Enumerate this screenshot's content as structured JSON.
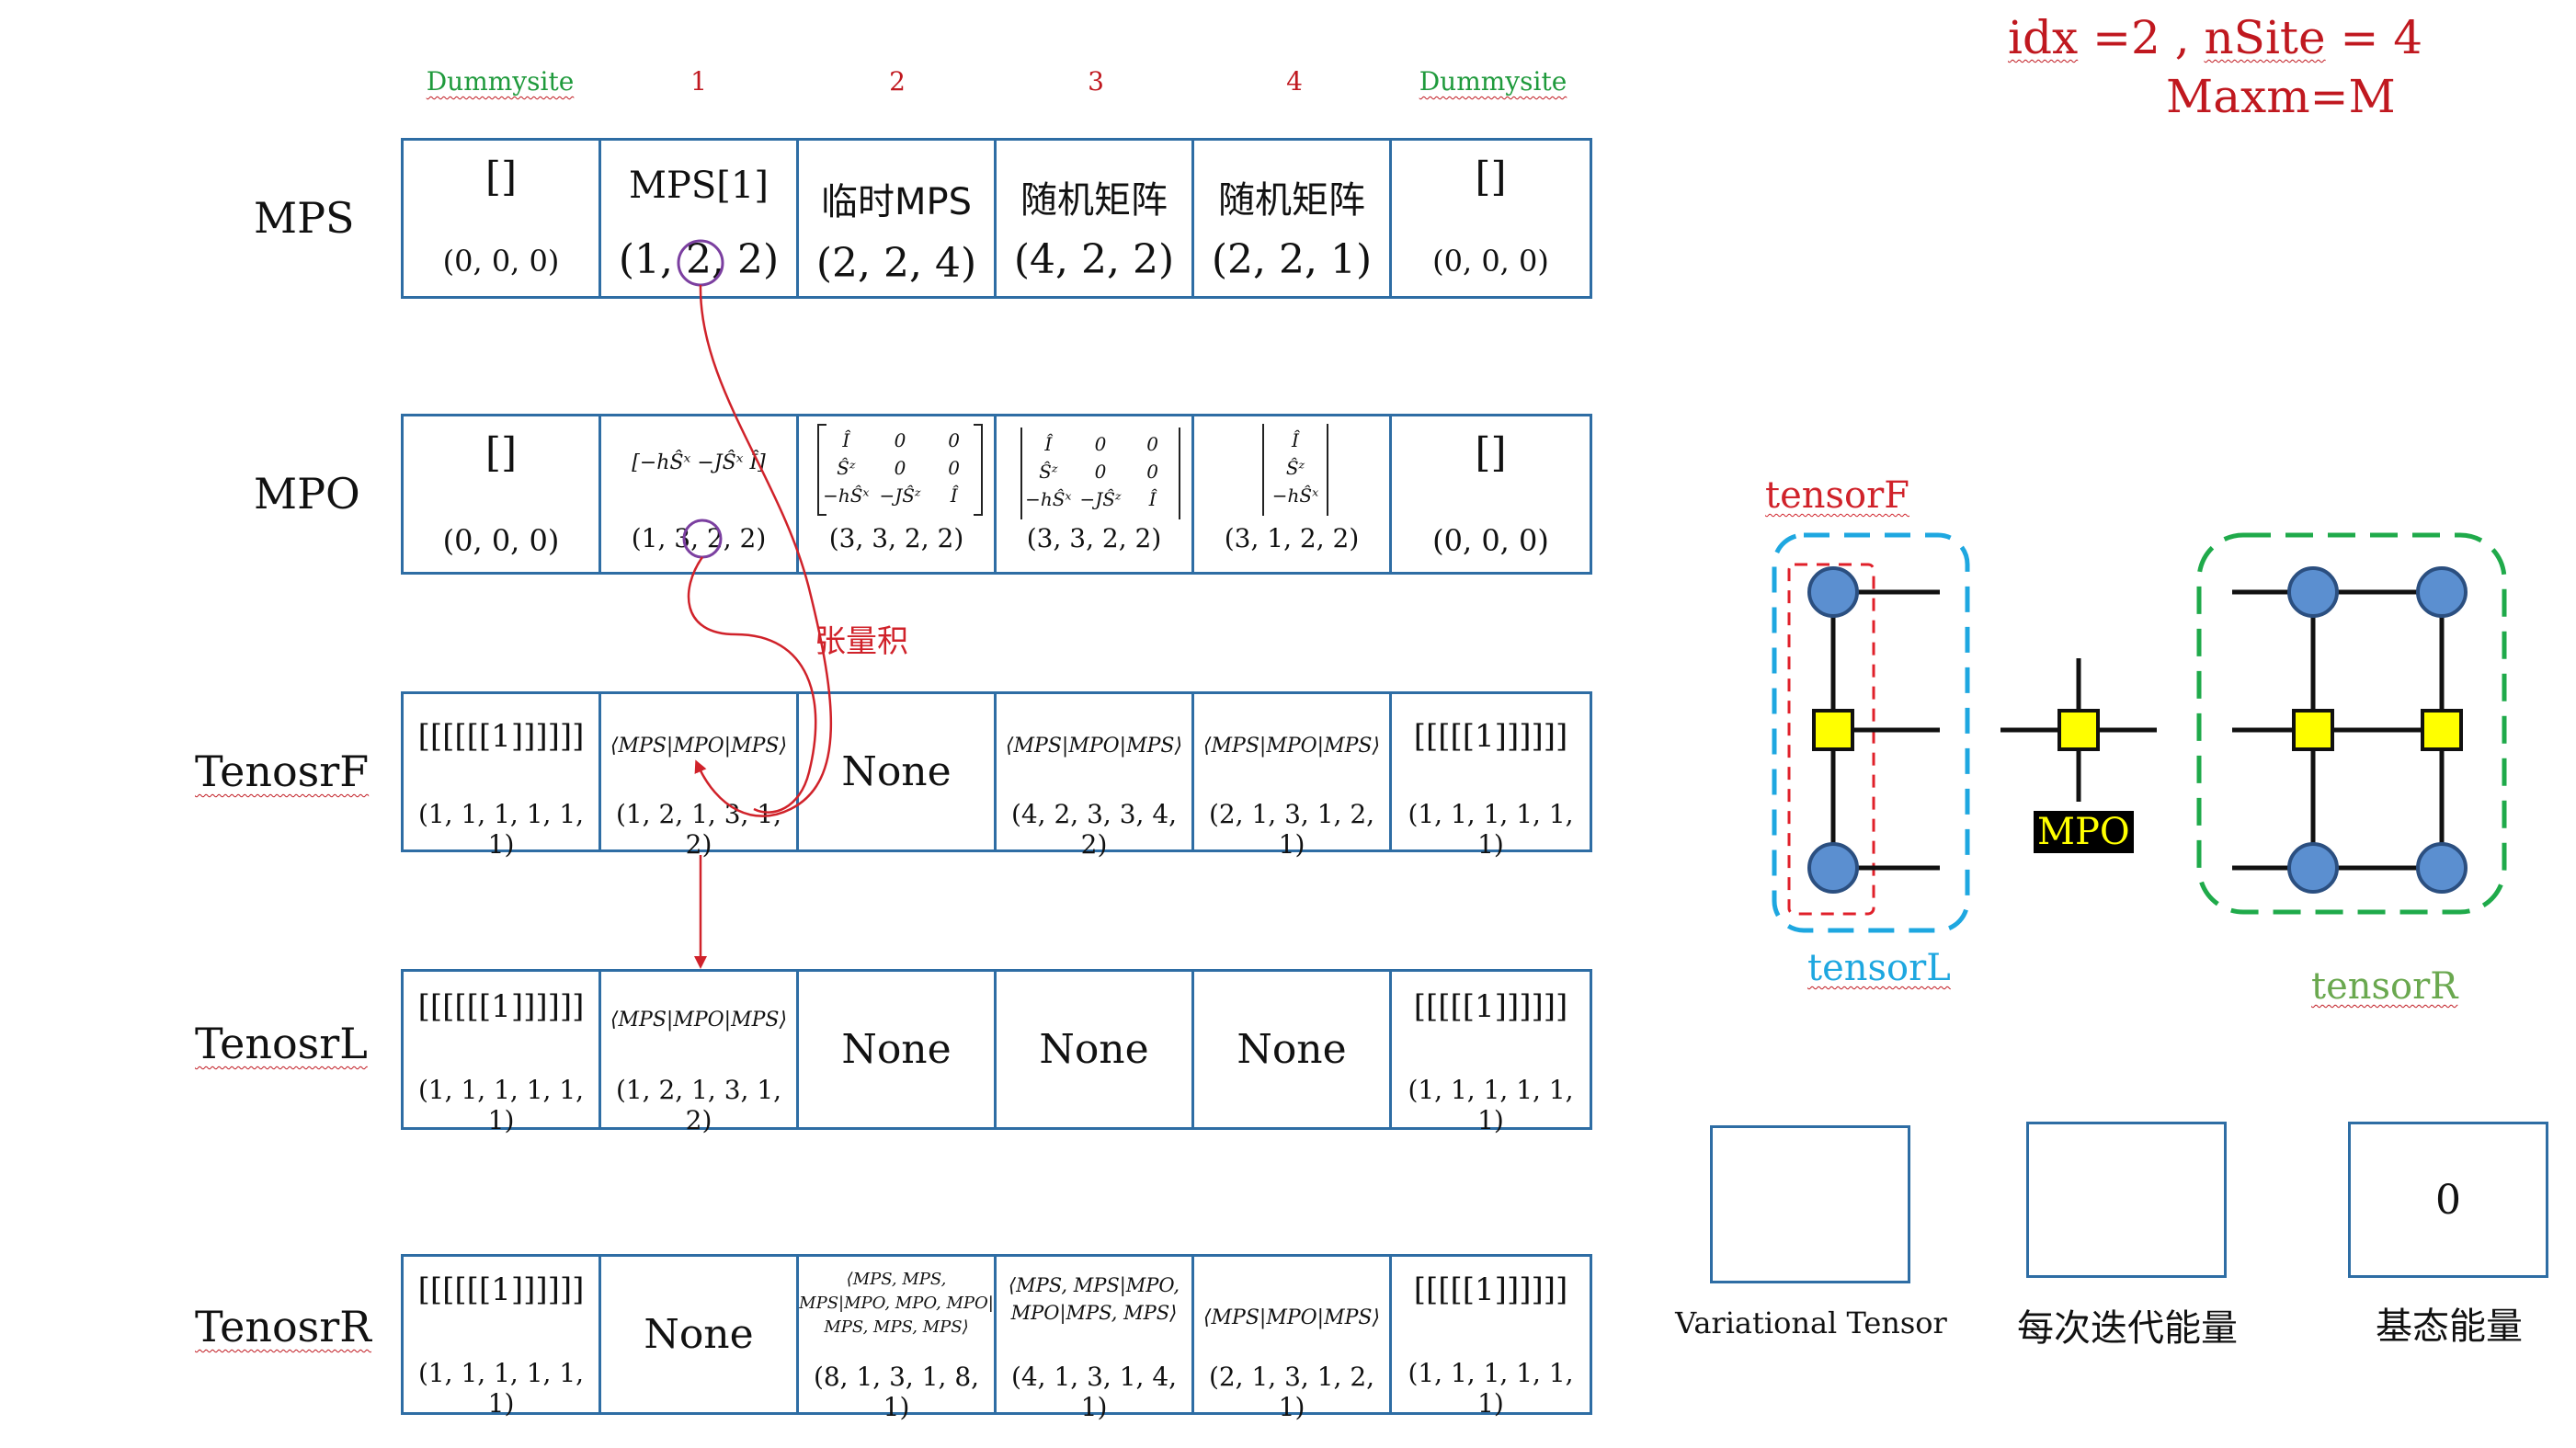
{
  "title": {
    "line1_idx": "idx",
    "line1_rest": " =2 , ",
    "line1_nsite": "nSite",
    "line1_end": " = 4",
    "line2": "Maxm=M"
  },
  "columns": [
    "Dummysite",
    "1",
    "2",
    "3",
    "4",
    "Dummysite"
  ],
  "rows": {
    "mps": {
      "label": "MPS",
      "cells": [
        {
          "top": "[]",
          "bottom": "(0, 0, 0)"
        },
        {
          "top": "MPS[1]",
          "bottom": "(1, 2, 2)"
        },
        {
          "top": "临时MPS",
          "bottom": "(2, 2, 4)"
        },
        {
          "top": "随机矩阵",
          "bottom": "(4, 2, 2)"
        },
        {
          "top": "随机矩阵",
          "bottom": "(2, 2, 1)"
        },
        {
          "top": "[]",
          "bottom": "(0, 0, 0)"
        }
      ]
    },
    "mpo": {
      "label": "MPO",
      "cells": [
        {
          "top": "[]",
          "bottom": "(0, 0, 0)"
        },
        {
          "top": "[−hŜˣ   −JŜˣ   Î]",
          "bottom": "(1, 3, 2, 2)"
        },
        {
          "m": [
            "Î",
            "0",
            "0",
            "Ŝᶻ",
            "0",
            "0",
            "−hŜˣ",
            "−JŜᶻ",
            "Î"
          ],
          "bottom": "(3, 3, 2, 2)"
        },
        {
          "m": [
            "Î",
            "0",
            "0",
            "Ŝᶻ",
            "0",
            "0",
            "−hŜˣ",
            "−JŜᶻ",
            "Î"
          ],
          "bottom": "(3, 3, 2, 2)"
        },
        {
          "m": [
            "Î",
            "Ŝᶻ",
            "−hŜˣ"
          ],
          "bottom": "(3, 1, 2, 2)"
        },
        {
          "top": "[]",
          "bottom": "(0, 0, 0)"
        }
      ]
    },
    "tensorF": {
      "label": "TenosrF",
      "cells": [
        {
          "top": "[[[[[[1]]]]]]",
          "bottom": "(1, 1, 1, 1, 1, 1)"
        },
        {
          "top": "⟨MPS|MPO|MPS⟩",
          "bottom": "(1, 2, 1, 3, 1, 2)"
        },
        {
          "mid": "None"
        },
        {
          "top": "⟨MPS|MPO|MPS⟩",
          "bottom": "(4, 2, 3, 3, 4, 2)"
        },
        {
          "top": "⟨MPS|MPO|MPS⟩",
          "bottom": "(2, 1, 3, 1, 2, 1)"
        },
        {
          "top": "[[[[[1]]]]]]",
          "bottom": "(1, 1, 1, 1, 1, 1)"
        }
      ]
    },
    "tensorL": {
      "label": "TenosrL",
      "cells": [
        {
          "top": "[[[[[[1]]]]]]",
          "bottom": "(1, 1, 1, 1, 1, 1)"
        },
        {
          "top": "⟨MPS|MPO|MPS⟩",
          "bottom": "(1, 2, 1, 3, 1, 2)"
        },
        {
          "mid": "None"
        },
        {
          "mid": "None"
        },
        {
          "mid": "None"
        },
        {
          "top": "[[[[[1]]]]]]",
          "bottom": "(1, 1, 1, 1, 1, 1)"
        }
      ]
    },
    "tensorR": {
      "label": "TenosrR",
      "cells": [
        {
          "top": "[[[[[[1]]]]]]",
          "bottom": "(1, 1, 1, 1, 1, 1)"
        },
        {
          "mid": "None"
        },
        {
          "lines": [
            "⟨MPS, MPS,",
            "MPS|MPO, MPO, MPO|",
            "MPS, MPS, MPS⟩"
          ],
          "bottom": "(8, 1, 3, 1, 8, 1)"
        },
        {
          "lines": [
            "⟨MPS, MPS|MPO,",
            "MPO|MPS, MPS⟩"
          ],
          "bottom": "(4, 1, 3, 1, 4, 1)"
        },
        {
          "top": "⟨MPS|MPO|MPS⟩",
          "bottom": "(2, 1, 3, 1, 2, 1)"
        },
        {
          "top": "[[[[[1]]]]]]",
          "bottom": "(1, 1, 1, 1, 1, 1)"
        }
      ]
    }
  },
  "annotation": "张量积",
  "network": {
    "tensorF_label": "tensorF",
    "tensorL_label": "tensorL",
    "tensorR_label": "tensorR",
    "mpo_label": "MPO",
    "colors": {
      "node": "#5b8fd0",
      "mpo_node": "#ffff00",
      "tensorL_box": "#1ea7e0",
      "tensorR_box": "#1faa4a",
      "tensorF_box": "#e0202a"
    }
  },
  "legend": [
    {
      "caption": "Variational Tensor",
      "value": ""
    },
    {
      "caption": "每次迭代能量",
      "value": ""
    },
    {
      "caption": "基态能量",
      "value": "0"
    }
  ]
}
